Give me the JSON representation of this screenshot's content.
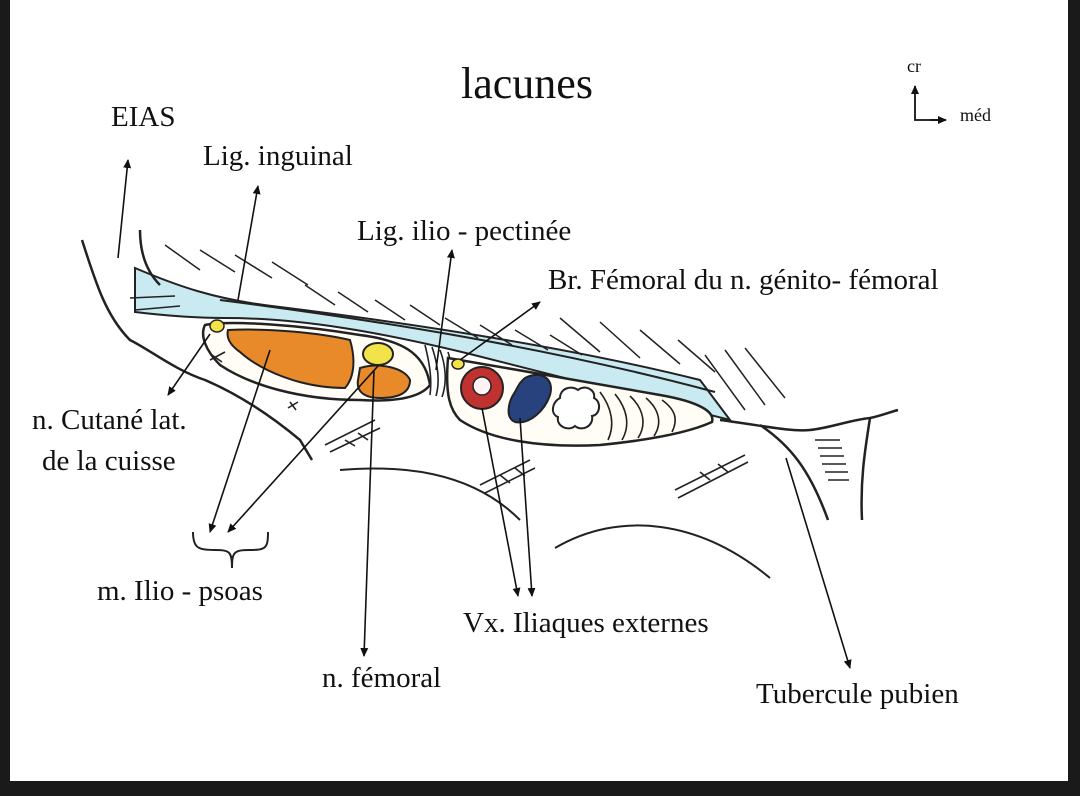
{
  "title": "lacunes",
  "orientation": {
    "cranial": "cr",
    "medial": "méd"
  },
  "labels": {
    "eias": "EIAS",
    "lig_inguinal": "Lig. inguinal",
    "lig_ilio_pectinee": "Lig. ilio - pectinée",
    "br_femoral": "Br. Fémoral du n. génito- fémoral",
    "n_cutane_line1": "n. Cutané lat.",
    "n_cutane_line2": "de la cuisse",
    "m_ilio_psoas": "m. Ilio - psoas",
    "vx_iliaques": "Vx. Iliaques externes",
    "n_femoral": "n. fémoral",
    "tubercule": "Tubercule pubien"
  },
  "colors": {
    "ligament": "#c9eaf0",
    "muscle": "#e8892a",
    "muscle_dark": "#c9681a",
    "nerve": "#f3e34a",
    "artery": "#c0322f",
    "vein": "#27427d",
    "ink": "#111111",
    "frame": "#1a1a1a"
  }
}
